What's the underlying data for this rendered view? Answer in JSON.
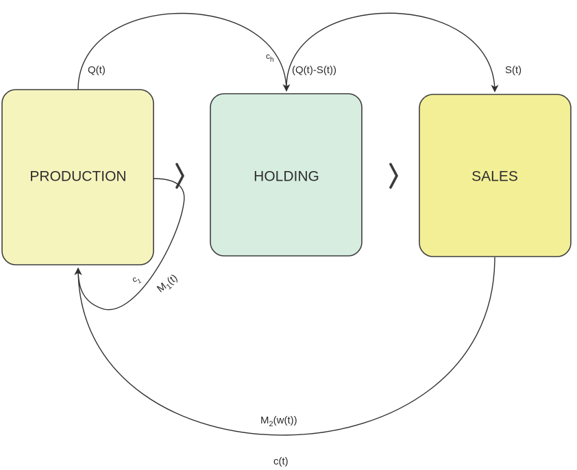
{
  "nodes": {
    "production": {
      "label": "PRODUCTION",
      "color": "#f6f4bd"
    },
    "holding": {
      "label": "HOLDING",
      "color": "#d6ede0"
    },
    "sales": {
      "label": "SALES",
      "color": "#f3ef96"
    }
  },
  "edges": {
    "production_to_holding": {
      "label": "Q(t)",
      "coefficient": "c"
    },
    "holding_to_sales": {
      "label": "(Q(t)-S(t))"
    },
    "sales_input": {
      "label": "S(t)"
    },
    "production_loop": {
      "label": "M",
      "coefficient": "c"
    },
    "sales_to_production": {
      "label": "M",
      "cost_label": "c(t)"
    }
  },
  "symbols": {
    "c_sub_h": "h",
    "c_sub_1": "1",
    "m1_sub": "1",
    "m1_arg": "(t)",
    "m2_sub": "2",
    "m2_arg": "(w(t))"
  }
}
